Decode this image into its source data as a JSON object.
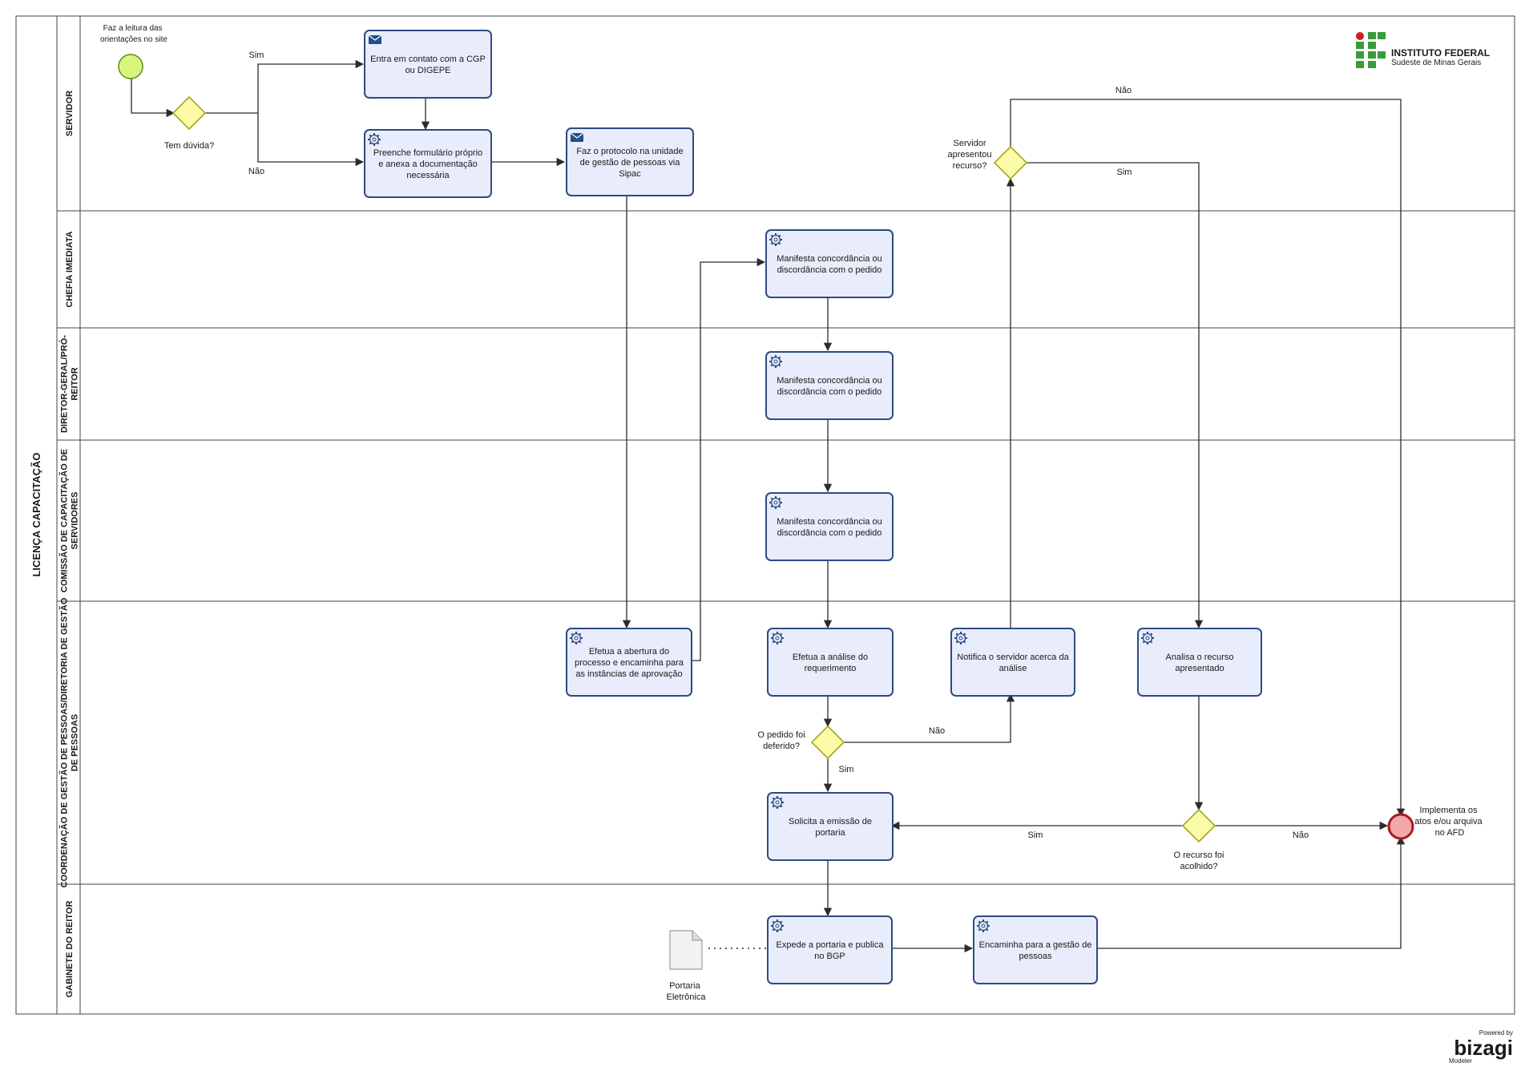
{
  "pool": {
    "title": "LICENÇA CAPACITAÇÃO"
  },
  "lanes": [
    {
      "id": "servidor",
      "label_lines": [
        "SERVIDOR"
      ]
    },
    {
      "id": "chefia",
      "label_lines": [
        "CHEFIA IMEDIATA"
      ]
    },
    {
      "id": "diretor",
      "label_lines": [
        "DIRETOR-GERAL/PRÓ-",
        "REITOR"
      ]
    },
    {
      "id": "comissao",
      "label_lines": [
        "COMISSÃO DE CAPACITAÇÃO DE",
        "SERVIDORES"
      ]
    },
    {
      "id": "cgp",
      "label_lines": [
        "COORDENAÇÃO DE GESTÃO DE PESSOAS/DIRETORIA DE GESTÃO",
        "DE PESSOAS"
      ]
    },
    {
      "id": "gabinete",
      "label_lines": [
        "GABINETE DO REITOR"
      ]
    }
  ],
  "logo": {
    "title": "INSTITUTO FEDERAL",
    "subtitle": "Sudeste de Minas Gerais",
    "brand_green": "#3a9b3a",
    "brand_red": "#cc1f1f"
  },
  "start_event": {
    "label_lines": [
      "Faz a leitura das",
      "orientações no site"
    ]
  },
  "end_event": {
    "label_lines": [
      "Implementa os",
      "atos e/ou arquiva",
      "no AFD"
    ]
  },
  "tasks": [
    {
      "id": "t_contato",
      "icon": "envelope-icon",
      "lines": [
        "Entra em contato com a CGP",
        "ou DIGEPE"
      ]
    },
    {
      "id": "t_formulario",
      "icon": "gear-icon",
      "lines": [
        "Preenche formulário próprio",
        "e anexa a documentação",
        "necessária"
      ]
    },
    {
      "id": "t_protocolo",
      "icon": "envelope-icon",
      "lines": [
        "Faz o protocolo na unidade",
        "de gestão de pessoas via",
        "Sipac"
      ]
    },
    {
      "id": "t_chefia",
      "icon": "gear-icon",
      "lines": [
        "Manifesta concordância ou",
        "discordância com o pedido"
      ]
    },
    {
      "id": "t_diretor",
      "icon": "gear-icon",
      "lines": [
        "Manifesta concordância ou",
        "discordância com o pedido"
      ]
    },
    {
      "id": "t_comissao",
      "icon": "gear-icon",
      "lines": [
        "Manifesta concordância ou",
        "discordância com o pedido"
      ]
    },
    {
      "id": "t_abertura",
      "icon": "gear-icon",
      "lines": [
        "Efetua a abertura do",
        "processo e encaminha para",
        "as instâncias de aprovação"
      ]
    },
    {
      "id": "t_analise",
      "icon": "gear-icon",
      "lines": [
        "Efetua a análise  do",
        "requerimento"
      ]
    },
    {
      "id": "t_notifica",
      "icon": "gear-icon",
      "lines": [
        "Notifica o servidor acerca da",
        "análise"
      ]
    },
    {
      "id": "t_recurso",
      "icon": "gear-icon",
      "lines": [
        "Analisa o recurso",
        "apresentado"
      ]
    },
    {
      "id": "t_portaria",
      "icon": "gear-icon",
      "lines": [
        "Solicita a emissão de",
        "portaria"
      ]
    },
    {
      "id": "t_expede",
      "icon": "gear-icon",
      "lines": [
        "Expede a portaria e publica",
        "no BGP"
      ]
    },
    {
      "id": "t_encaminha",
      "icon": "gear-icon",
      "lines": [
        "Encaminha para a gestão de",
        "pessoas"
      ]
    }
  ],
  "gateways": [
    {
      "id": "g_duvida",
      "label_lines": [
        "Tem dúvida?"
      ]
    },
    {
      "id": "g_deferido",
      "label_lines": [
        "O pedido foi",
        "deferido?"
      ]
    },
    {
      "id": "g_recurso_apr",
      "label_lines": [
        "Servidor",
        "apresentou",
        "recurso?"
      ]
    },
    {
      "id": "g_acolhido",
      "label_lines": [
        "O recurso foi",
        "acolhido?"
      ]
    }
  ],
  "flow_labels": {
    "duvida_sim": "Sim",
    "duvida_nao": "Não",
    "deferido_nao": "Não",
    "deferido_sim": "Sim",
    "recurso_apr_nao": "Não",
    "recurso_apr_sim": "Sim",
    "acolhido_sim": "Sim",
    "acolhido_nao": "Não"
  },
  "artifact": {
    "label_lines": [
      "Portaria",
      "Eletrônica"
    ]
  },
  "watermark": {
    "powered": "Powered by",
    "brand": "bizagi",
    "product": "Modeler"
  }
}
